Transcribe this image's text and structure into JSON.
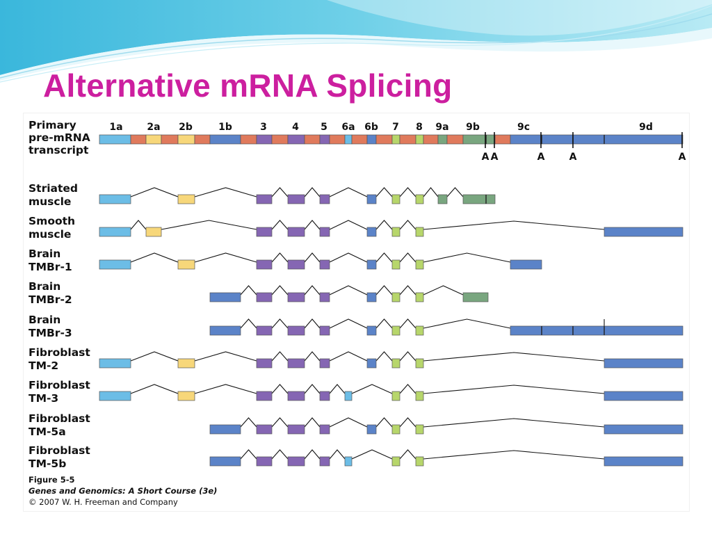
{
  "title": "Alternative mRNA Splicing",
  "colors": {
    "title": "#cc1f9f",
    "cyan": "#6cbde6",
    "orange": "#e07a5c",
    "yellow": "#f7d77a",
    "blue": "#5b83c8",
    "purple": "#8566b3",
    "lime": "#b7d66b",
    "green": "#79a67f"
  },
  "exons": [
    {
      "id": "1a",
      "label": "1a",
      "color": "cyan"
    },
    {
      "id": "i1",
      "label": "",
      "color": "orange"
    },
    {
      "id": "2a",
      "label": "2a",
      "color": "yellow"
    },
    {
      "id": "i2",
      "label": "",
      "color": "orange"
    },
    {
      "id": "2b",
      "label": "2b",
      "color": "yellow"
    },
    {
      "id": "i3",
      "label": "",
      "color": "orange"
    },
    {
      "id": "1b",
      "label": "1b",
      "color": "blue"
    },
    {
      "id": "i4",
      "label": "",
      "color": "orange"
    },
    {
      "id": "3",
      "label": "3",
      "color": "purple"
    },
    {
      "id": "i5",
      "label": "",
      "color": "orange"
    },
    {
      "id": "4",
      "label": "4",
      "color": "purple"
    },
    {
      "id": "i6",
      "label": "",
      "color": "orange"
    },
    {
      "id": "5",
      "label": "5",
      "color": "purple"
    },
    {
      "id": "i7",
      "label": "",
      "color": "orange"
    },
    {
      "id": "6a",
      "label": "6a",
      "color": "cyan"
    },
    {
      "id": "i8",
      "label": "",
      "color": "orange"
    },
    {
      "id": "6b",
      "label": "6b",
      "color": "blue"
    },
    {
      "id": "i9",
      "label": "",
      "color": "orange"
    },
    {
      "id": "7",
      "label": "7",
      "color": "lime"
    },
    {
      "id": "i10",
      "label": "",
      "color": "orange"
    },
    {
      "id": "8",
      "label": "8",
      "color": "lime"
    },
    {
      "id": "i11",
      "label": "",
      "color": "orange"
    },
    {
      "id": "9a",
      "label": "9a",
      "color": "green"
    },
    {
      "id": "i12",
      "label": "",
      "color": "orange"
    },
    {
      "id": "9b",
      "label": "9b",
      "color": "green"
    },
    {
      "id": "i13",
      "label": "",
      "color": "orange"
    },
    {
      "id": "9c",
      "label": "9c",
      "color": "blue"
    },
    {
      "id": "9d",
      "label": "9d",
      "color": "blue"
    }
  ],
  "primary": {
    "label_lines": [
      "Primary",
      "pre-mRNA",
      "transcript"
    ],
    "polya_marks": [
      "A",
      "A",
      "A",
      "A",
      "A"
    ]
  },
  "transcripts": [
    {
      "label_lines": [
        "Striated",
        "muscle"
      ],
      "exons": [
        "1a",
        "2b",
        "3",
        "4",
        "5",
        "6b",
        "7",
        "8",
        "9a",
        "9b"
      ]
    },
    {
      "label_lines": [
        "Smooth",
        "muscle"
      ],
      "exons": [
        "1a",
        "2a",
        "3",
        "4",
        "5",
        "6b",
        "7",
        "8",
        "9d"
      ]
    },
    {
      "label_lines": [
        "Brain",
        "TMBr-1"
      ],
      "exons": [
        "1a",
        "2b",
        "3",
        "4",
        "5",
        "6b",
        "7",
        "8",
        "9c"
      ]
    },
    {
      "label_lines": [
        "Brain",
        "TMBr-2"
      ],
      "exons": [
        "1b",
        "3",
        "4",
        "5",
        "6b",
        "7",
        "8",
        "9a"
      ]
    },
    {
      "label_lines": [
        "Brain",
        "TMBr-3"
      ],
      "exons": [
        "1b",
        "3",
        "4",
        "5",
        "6b",
        "7",
        "8",
        "9c",
        "9d"
      ]
    },
    {
      "label_lines": [
        "Fibroblast",
        "TM-2"
      ],
      "exons": [
        "1a",
        "2b",
        "3",
        "4",
        "5",
        "6b",
        "7",
        "8",
        "9d"
      ]
    },
    {
      "label_lines": [
        "Fibroblast",
        "TM-3"
      ],
      "exons": [
        "1a",
        "2b",
        "3",
        "4",
        "5",
        "6a",
        "7",
        "8",
        "9d"
      ]
    },
    {
      "label_lines": [
        "Fibroblast",
        "TM-5a"
      ],
      "exons": [
        "1b",
        "3",
        "4",
        "5",
        "6b",
        "7",
        "8",
        "9d"
      ]
    },
    {
      "label_lines": [
        "Fibroblast",
        "TM-5b"
      ],
      "exons": [
        "1b",
        "3",
        "4",
        "5",
        "6a",
        "7",
        "8",
        "9d"
      ]
    }
  ],
  "caption": {
    "figure": "Figure 5-5",
    "book": "Genes and Genomics: A Short Course (3e)",
    "copyright": "© 2007 W. H. Freeman and Company"
  }
}
